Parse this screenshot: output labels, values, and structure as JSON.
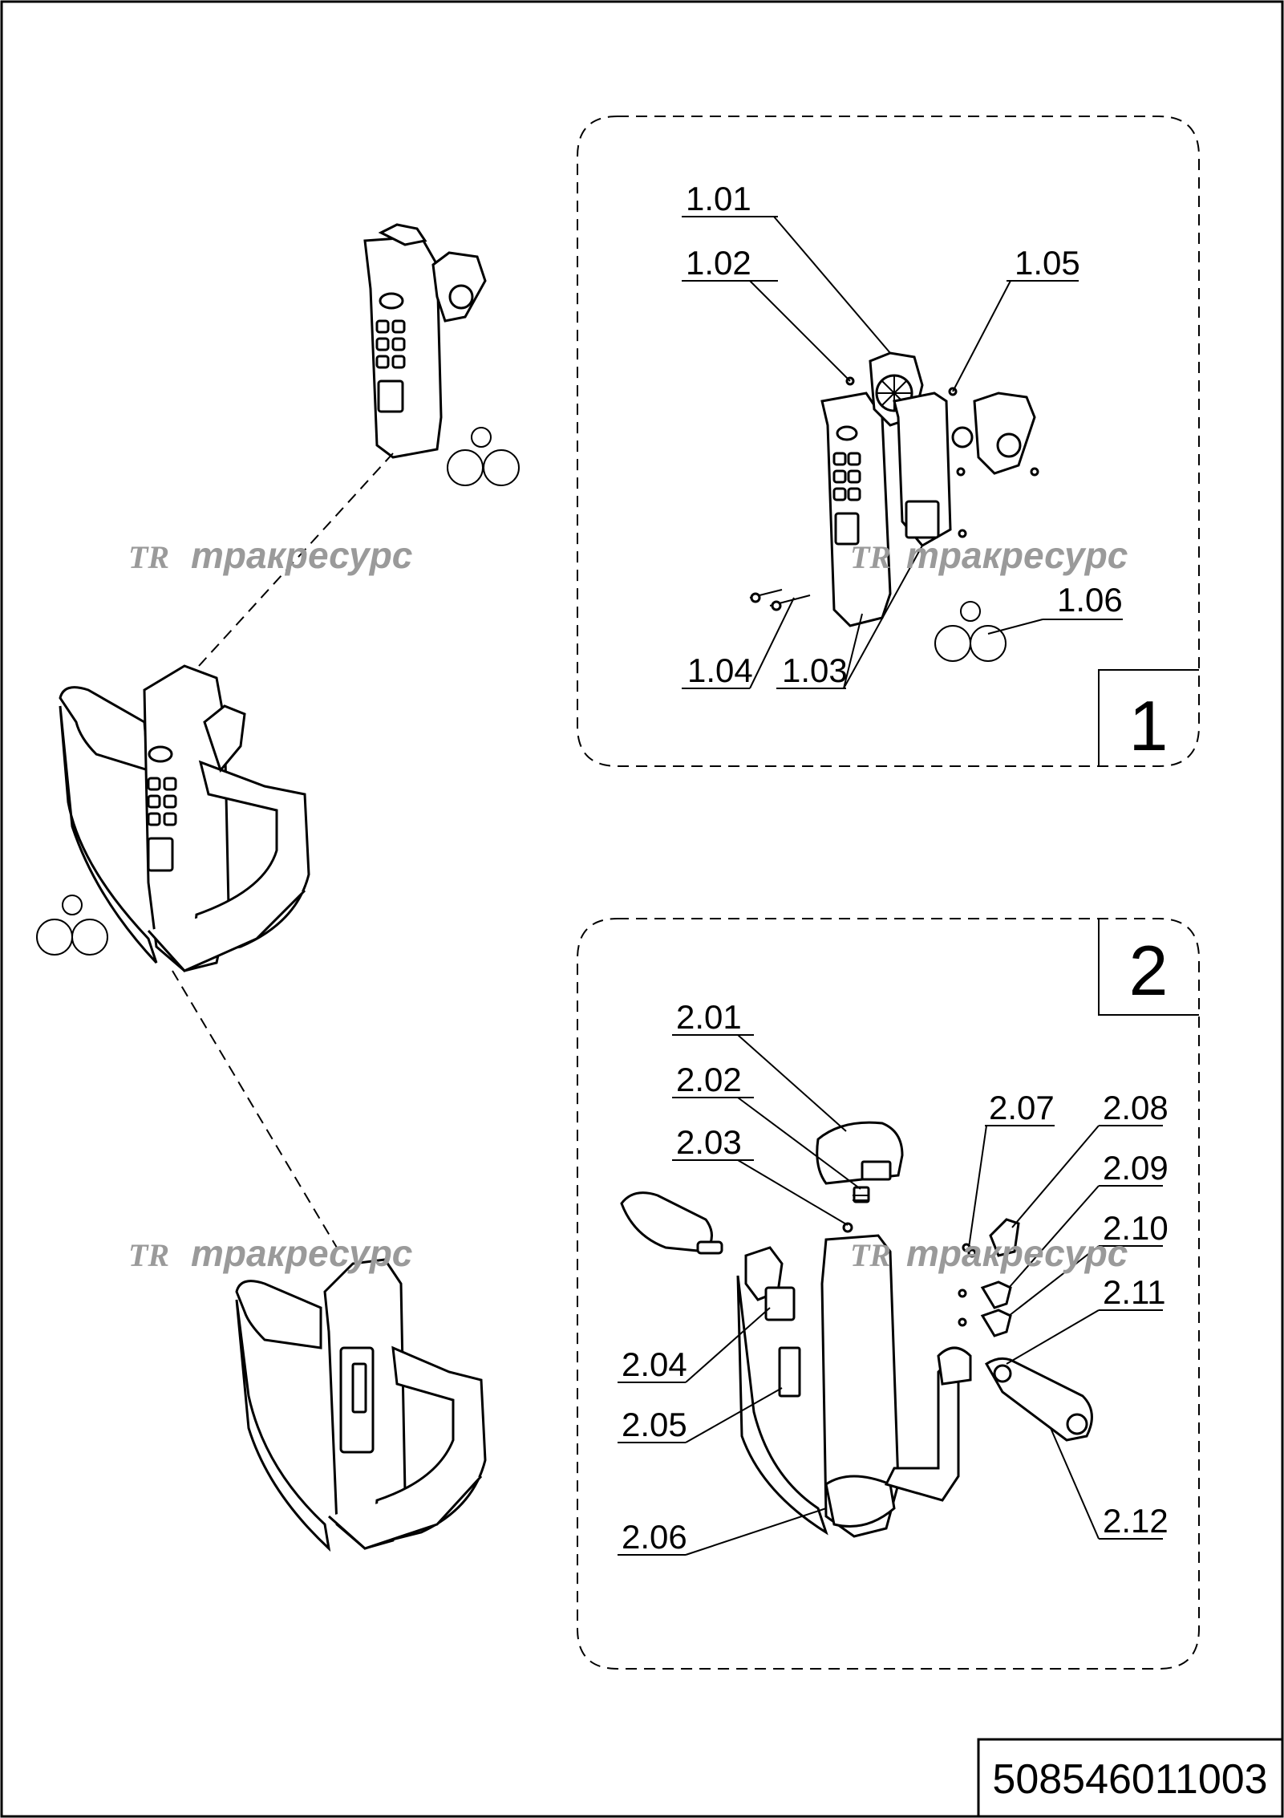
{
  "document_number": "508546011003",
  "watermark": {
    "logo": "TR",
    "text": "тракресурс"
  },
  "group1": {
    "box_number": "1",
    "labels": [
      "1.01",
      "1.02",
      "1.03",
      "1.04",
      "1.05",
      "1.06"
    ]
  },
  "group2": {
    "box_number": "2",
    "labels": [
      "2.01",
      "2.02",
      "2.03",
      "2.04",
      "2.05",
      "2.06",
      "2.07",
      "2.08",
      "2.09",
      "2.10",
      "2.11",
      "2.12"
    ]
  }
}
